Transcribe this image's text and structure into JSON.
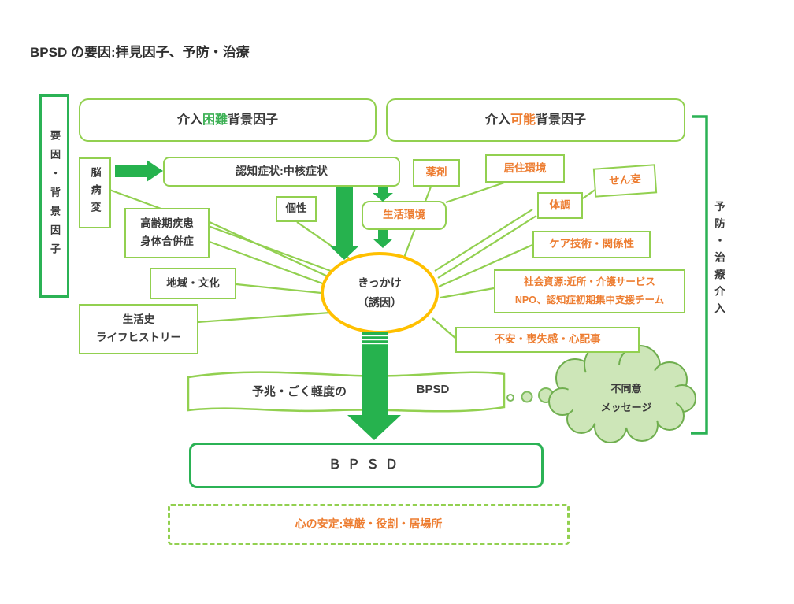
{
  "title": "BPSD の要因:拝見因子、予防・治療",
  "colors": {
    "light_green": "#92d050",
    "dark_green": "#2bb255",
    "orange": "#ed7d31",
    "gold": "#ffc000",
    "cloud_fill": "#cde6b8",
    "cloud_stroke": "#6fae4e"
  },
  "left_band": {
    "label": "要因・背景因子"
  },
  "right_band": {
    "label": "予防・治療介入"
  },
  "headers": {
    "difficult": {
      "pre": "介入",
      "mark": "困難",
      "post": "背景因子"
    },
    "possible": {
      "pre": "介入",
      "mark": "可能",
      "post": "背景因子"
    }
  },
  "factor_nodes": {
    "brain": "脳病変",
    "cognitive": "認知症状:中核症状",
    "personality": "個性",
    "senior1": "高齢期疾患",
    "senior2": "身体合併症",
    "region": "地域・文化",
    "life1": "生活史",
    "life2": "ライフヒストリー",
    "medication": "薬剤",
    "residence": "居住環境",
    "delirium": "せん妄",
    "condition": "体調",
    "daily_env": "生活環境",
    "care": "ケア技術・関係性",
    "social1": "社会資源:近所・介護サービス",
    "social2": "NPO、認知症初期集中支援チーム",
    "anxiety": "不安・喪失感・心配事"
  },
  "trigger": {
    "line1": "きっかけ",
    "line2": "（誘因）"
  },
  "sign_banner": {
    "left": "予兆・ごく軽度の",
    "right": "BPSD"
  },
  "cloud": {
    "line1": "不同意",
    "line2": "メッセージ"
  },
  "outcome": {
    "bpsd": "ＢＰＳＤ",
    "stability": "心の安定:尊厳・役割・居場所"
  }
}
